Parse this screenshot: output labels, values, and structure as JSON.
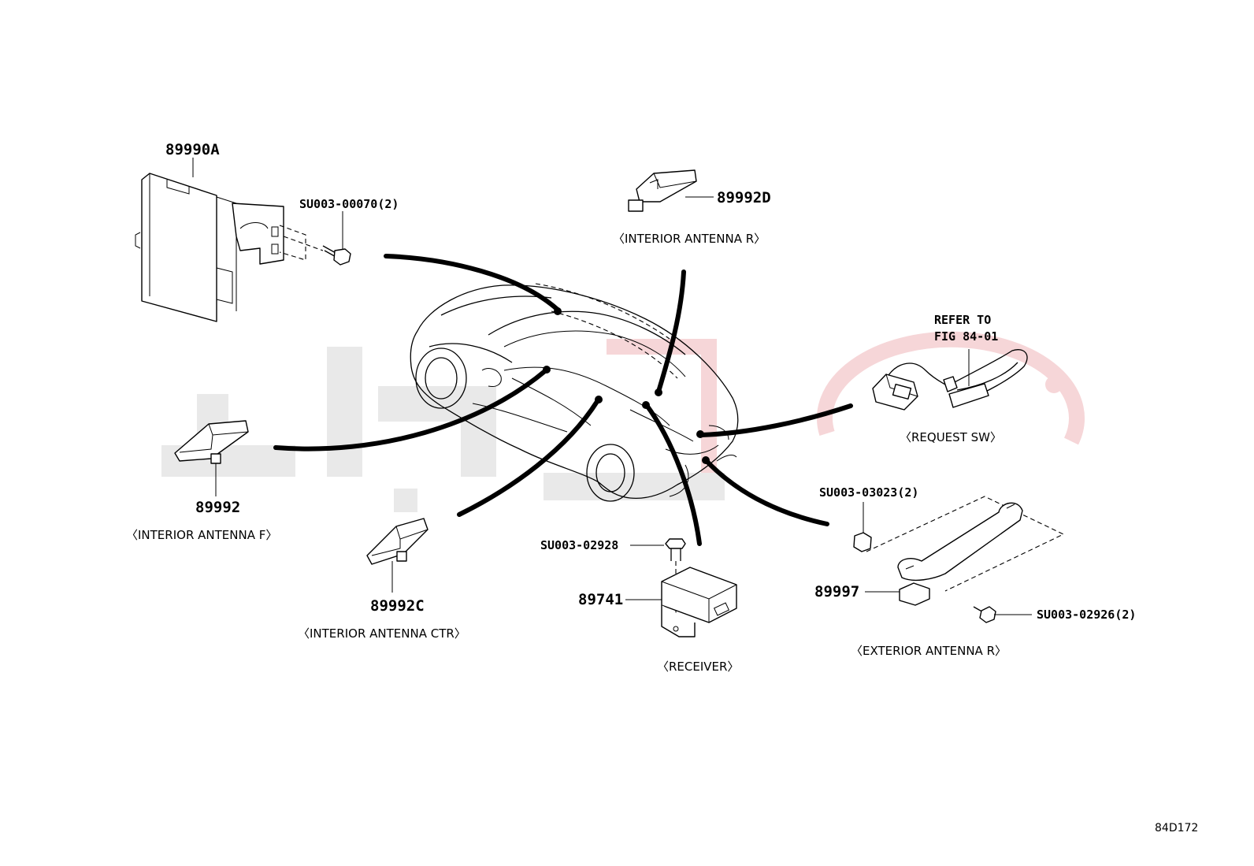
{
  "watermark": {
    "gray": "#e9e9e9",
    "red": "#f6d6d8"
  },
  "ecu": {
    "part_no": "89990A",
    "bolt_code": "SU003-00070(2)"
  },
  "interior_antenna_r": {
    "part_no": "89992D",
    "caption": "〈INTERIOR ANTENNA R〉"
  },
  "interior_antenna_f": {
    "part_no": "89992",
    "caption": "〈INTERIOR ANTENNA F〉"
  },
  "interior_antenna_ctr": {
    "part_no": "89992C",
    "caption": "〈INTERIOR ANTENNA CTR〉"
  },
  "receiver": {
    "bolt_code": "SU003-02928",
    "part_no": "89741",
    "caption": "〈RECEIVER〉"
  },
  "request_sw": {
    "refer_line1": "REFER TO",
    "refer_line2": "FIG 84-01",
    "caption": "〈REQUEST SW〉"
  },
  "exterior_antenna_r": {
    "nut_code": "SU003-03023(2)",
    "part_no": "89997",
    "screw_code": "SU003-02926(2)",
    "caption": "〈EXTERIOR ANTENNA R〉"
  },
  "figure_id": "84D172"
}
